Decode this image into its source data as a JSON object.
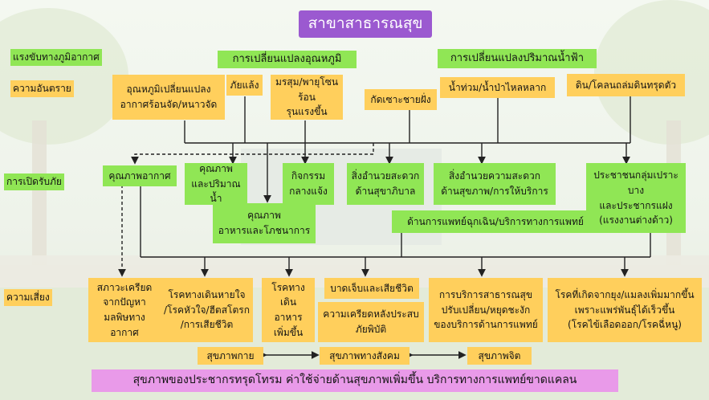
{
  "title": "สาขาสาธารณสุข",
  "row_labels": {
    "driver": "แรงขับทางภูมิอากาศ",
    "hazard": "ความอันตราย",
    "exposure": "การเปิดรับภัย",
    "risk": "ความเสี่ยง"
  },
  "drivers": {
    "temperature": "การเปลี่ยนแปลงอุณหภูมิ",
    "rainfall": "การเปลี่ยนแปลงปริมาณน้ำฟ้า"
  },
  "hazards": {
    "temp_change": "อุณหภูมิเปลี่ยนแปลง\nอากาศร้อนจัด/หนาวจัด",
    "drought": "ภัยแล้ง",
    "monsoon": "มรสุม/พายุโซนร้อน\nรุนแรงขึ้น",
    "erosion": "กัดเซาะชายฝั่ง",
    "flood": "น้ำท่วม/น้ำป่าไหลหลาก",
    "landslide": "ดิน/โคลนถล่มดินทรุดตัว"
  },
  "exposures": {
    "air": "คุณภาพอากาศ",
    "water": "คุณภาพ\nและปริมาณน้ำ",
    "food": "คุณภาพ\nอาหารและโภชนาการ",
    "outdoor": "กิจกรรม\nกลางแจ้ง",
    "public_health_facilities": "สิ่งอำนวยสะดวก\nด้านสุขาภิบาล",
    "health_services": "สิ่งอำนวยความสะดวก\nด้านสุขภาพ/การให้บริการ",
    "emergency": "ด้านการแพทย์ฉุกเฉิน/บริการทางการแพทย์",
    "vulnerable": "ประชาชนกลุ่มเปราะบาง\nและประชากรแฝง\n(แรงงานต่างด้าว)"
  },
  "risks": {
    "stress": "สภาวะเครียด\nจากปัญหา\nมลพิษทางอากาศ",
    "respiratory": "โรคทางเดินหายใจ\n/โรคหัวใจ/ฮีตสโตรก\n/การเสียชีวิต",
    "digestive": "โรคทางเดิน\nอาหาร\nเพิ่มขึ้น",
    "injury": "บาดเจ็บและเสียชีวิต",
    "post_disaster": "ความเครียดหลังประสบ\nภัยพิบัติ",
    "service_disruption": "การบริการสาธารณสุข\nปรับเปลี่ยน/หยุดชะงัก\nของบริการด้านการแพทย์",
    "vector": "โรคที่เกิดจากยุง/แมลงเพิ่มมากขึ้น\nเพราะแพร่พันธุ์ได้เร็วขึ้น\n(โรคไข้เลือดออก/โรคฉี่หนู)"
  },
  "health_outcomes": {
    "physical": "สุขภาพกาย",
    "social": "สุขภาพทางสังคม",
    "mental": "สุขภาพจิต"
  },
  "conclusion": "สุขภาพของประชากรทรุดโทรม ค่าใช้จ่ายด้านสุขภาพเพิ่มขึ้น บริการทางการแพทย์ขาดแคลน",
  "colors": {
    "title_bg": "#9b59d0",
    "driver_bg": "#90e655",
    "hazard_bg": "#ffcf5c",
    "conclusion_bg": "#e99ae9",
    "line": "#222222"
  }
}
